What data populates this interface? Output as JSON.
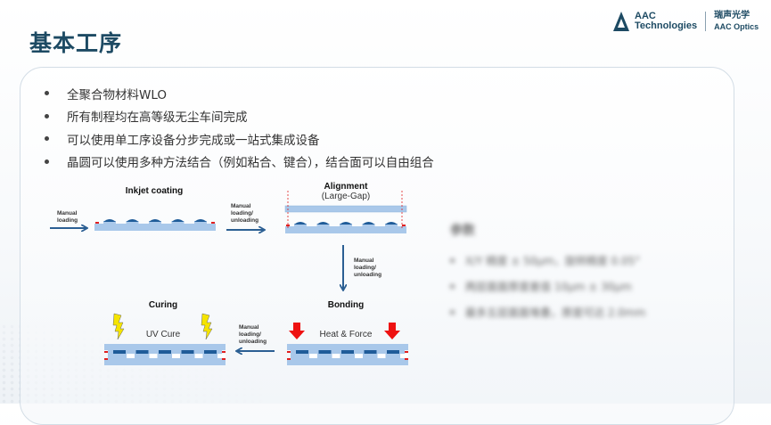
{
  "slide": {
    "title": "基本工序",
    "logo": {
      "brand_line1": "AAC",
      "brand_line2": "Technologies",
      "cn_name": "瑞声光学",
      "en_name": "AAC Optics"
    },
    "bullets": [
      "全聚合物材料WLO",
      "所有制程均在高等级无尘车间完成",
      "可以使用单工序设备分步完成或一站式集成设备",
      "晶圆可以使用多种方法结合（例如粘合、键合），结合面可以自由组合"
    ]
  },
  "diagram": {
    "steps": {
      "inkjet": {
        "title": "Inkjet coating"
      },
      "alignment": {
        "title": "Alignment",
        "subtitle": "(Large-Gap)"
      },
      "bonding": {
        "title": "Bonding",
        "subtitle": "Heat & Force"
      },
      "curing": {
        "title": "Curing",
        "subtitle": "UV Cure"
      }
    },
    "arrows": {
      "start": [
        "Manual",
        "loading"
      ],
      "to_alignment": [
        "Manual",
        "loading/",
        "unloading"
      ],
      "to_bonding": [
        "Manual",
        "loading/",
        "unloading"
      ],
      "to_curing": [
        "Manual",
        "loading/",
        "unloading"
      ]
    },
    "colors": {
      "wafer": "#a9c8ea",
      "lens": "#1f5c99",
      "arrow": "#2b5f93",
      "marker": "#e02020",
      "force": "#ee1111",
      "uv": "#f5e400"
    }
  },
  "params": {
    "heading": "参数",
    "items": [
      "X/Y 精度 ± 50μm，旋转精度 0.05°",
      "两层面面厚度差值 10μm ± 30μm",
      "最多五层面面堆叠，厚度可达 2.0mm"
    ]
  }
}
